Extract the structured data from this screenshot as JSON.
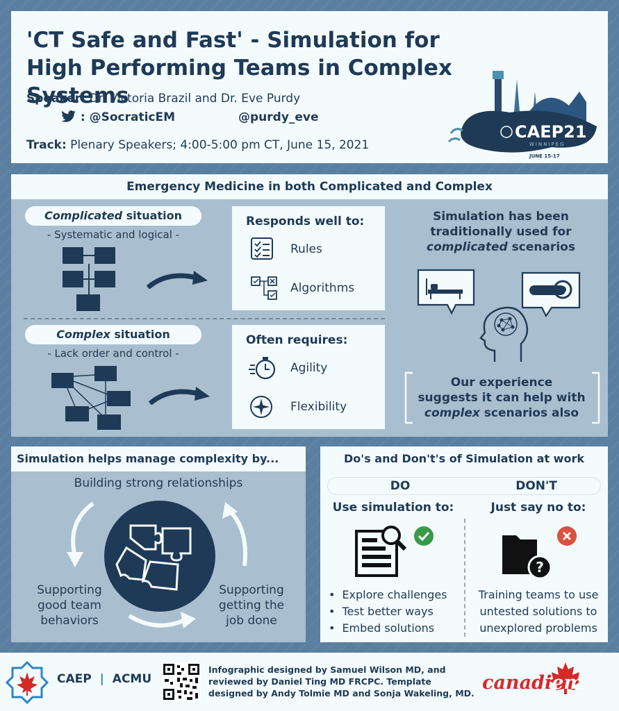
{
  "header": {
    "title": "'CT Safe and Fast' - Simulation for High Performing Teams in Complex Systems",
    "speaker_label": "Speaker:",
    "speaker_value": "Dr. Victoria Brazil and Dr. Eve Purdy",
    "twitter_1": ": @SocraticEM",
    "twitter_2": "@purdy_eve",
    "track_label": "Track:",
    "track_value": "Plenary Speakers; 4:00-5:00 pm CT, June 15, 2021",
    "logo_text": "CAEP21",
    "logo_city": "WINNIPEG",
    "logo_dates": "JUNE 15-17"
  },
  "middle": {
    "title": "Emergency Medicine in both Complicated and Complex",
    "complicated_em": "Complicated",
    "complicated_rest": " situation",
    "complicated_sub": "- Systematic and logical -",
    "complex_em": "Complex",
    "complex_rest": " situation",
    "complex_sub": "- Lack order and control -",
    "responds_title": "Responds well to:",
    "responds_items": [
      "Rules",
      "Algorithms"
    ],
    "requires_title": "Often requires:",
    "requires_items": [
      "Agility",
      "Flexibility"
    ],
    "right_top_1": "Simulation has been",
    "right_top_2": "traditionally used for",
    "right_top_3": "complicated",
    "right_top_4": " scenarios",
    "right_bottom_1": "Our experience",
    "right_bottom_2": "suggests it can help with",
    "right_bottom_3": "complex",
    "right_bottom_4": " scenarios also"
  },
  "bottom_left": {
    "title": "Simulation helps manage complexity by...",
    "top": "Building strong relationships",
    "left": [
      "Supporting",
      "good team",
      "behaviors"
    ],
    "right": [
      "Supporting",
      "getting the",
      "job done"
    ]
  },
  "bottom_right": {
    "title": "Do's and Don't's of Simulation at work",
    "do_label": "DO",
    "dont_label": "DON'T",
    "do_sub": "Use simulation to:",
    "dont_sub": "Just say no to:",
    "do_items": [
      "Explore challenges",
      "Test better ways",
      "Embed solutions"
    ],
    "dont_text": [
      "Training teams to use",
      "untested solutions to",
      "unexplored problems"
    ]
  },
  "footer": {
    "caep": "CAEP",
    "acmu": "ACMU",
    "credits": [
      "Infographic designed by Samuel Wilson MD, and",
      "reviewed by Daniel Ting MD FRCPC. Template",
      "designed by Andy Tolmie MD and Sonja Wakeling, MD."
    ],
    "canadiem_1": "canadi",
    "canadiem_2": "em"
  },
  "colors": {
    "navy": "#1f3a56",
    "background": "#5a7fa0",
    "panel_light": "#a9bfcf",
    "panel_white": "#f4fbfd",
    "check_green": "#3a9a4a",
    "cross_red": "#d9513f",
    "canadiem_red": "#d42a2a"
  }
}
